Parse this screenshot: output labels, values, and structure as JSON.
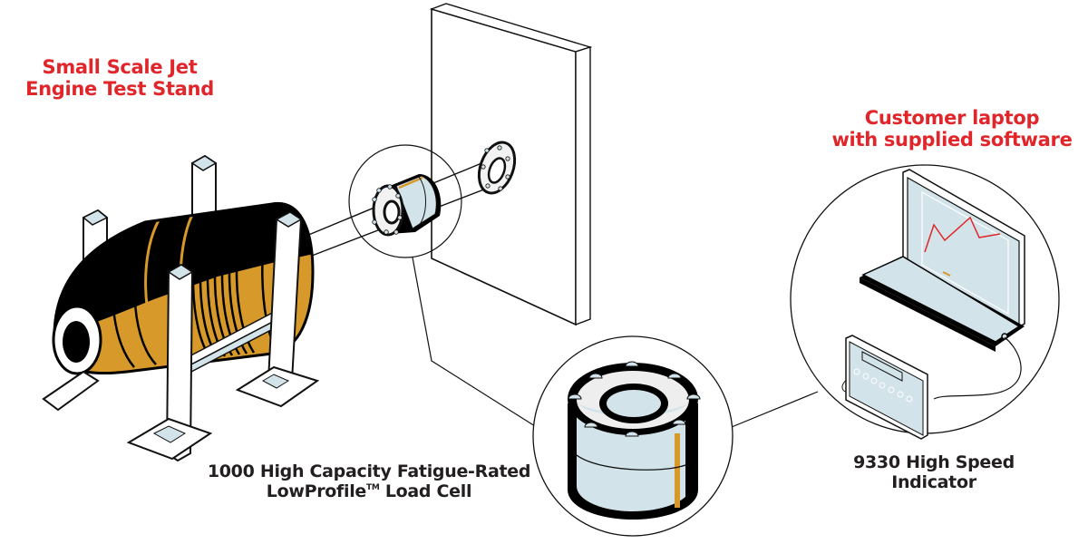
{
  "diagram": {
    "title": "Jet engine thrust measurement system",
    "colors": {
      "label_red": "#e0262a",
      "label_dark": "#231f20",
      "engine_black": "#000000",
      "engine_gold": "#d6992a",
      "steel_light": "#d3e3ea",
      "outline": "#111111"
    },
    "labels": {
      "test_stand": {
        "line1": "Small Scale Jet",
        "line2": "Engine Test Stand"
      },
      "laptop": {
        "line1": "Customer laptop",
        "line2": "with supplied software"
      },
      "load_cell": {
        "line1": "1000 High Capacity Fatigue-Rated",
        "line2_prefix": "LowProfile",
        "line2_tm": "TM",
        "line2_suffix": " Load Cell"
      },
      "indicator": {
        "line1": "9330 High Speed",
        "line2": "Indicator"
      }
    },
    "components": [
      {
        "id": "jet-engine",
        "name": "Small scale jet engine on test stand"
      },
      {
        "id": "thrust-rod",
        "name": "Thrust rod / shaft"
      },
      {
        "id": "load-cell",
        "name": "1000 LowProfile load cell"
      },
      {
        "id": "reaction-wall",
        "name": "Reaction wall with mounting flange"
      },
      {
        "id": "indicator",
        "name": "9330 High Speed Indicator"
      },
      {
        "id": "laptop",
        "name": "Customer laptop with supplied software"
      }
    ]
  }
}
